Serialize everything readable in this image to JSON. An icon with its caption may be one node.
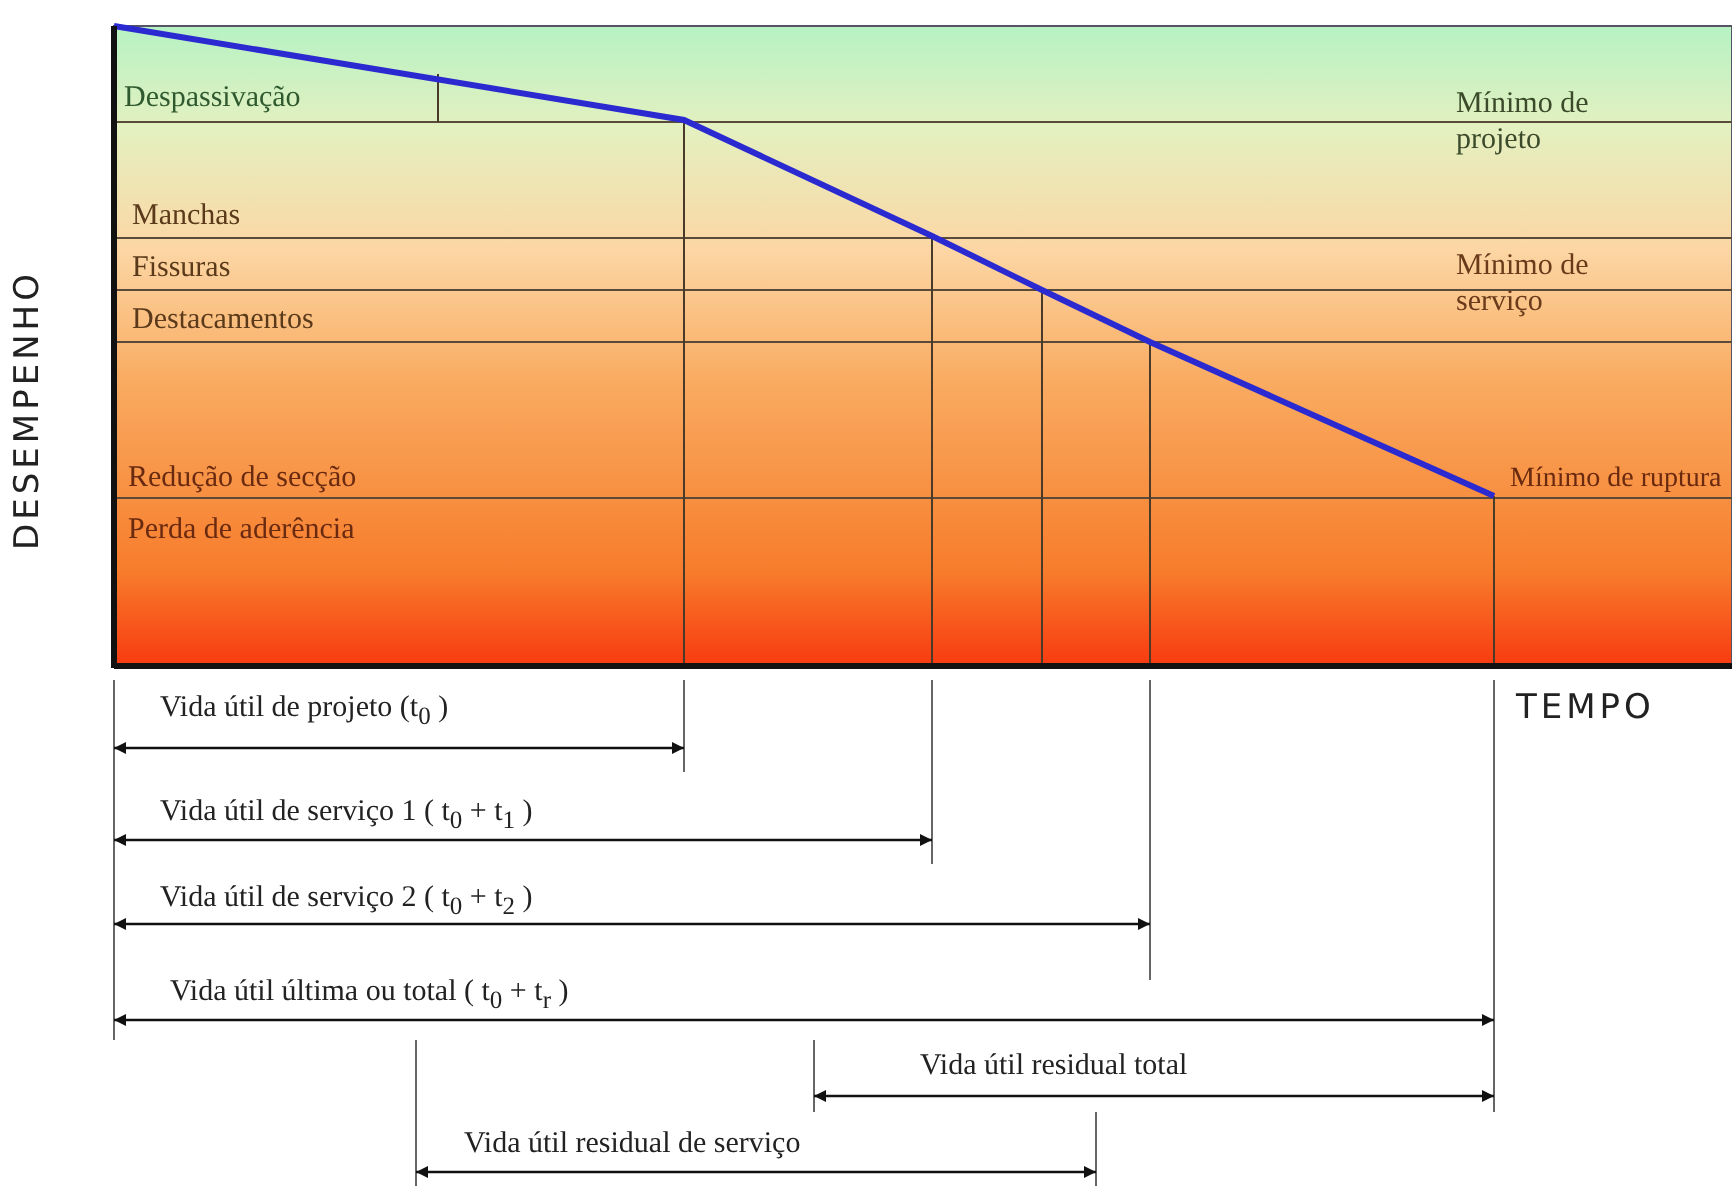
{
  "diagram": {
    "labels": [
      "Despassivação",
      "Mínimo de projeto",
      "Manchas",
      "Fissuras",
      "Mínimo de serviço",
      "Destacamentos",
      "Redução de secção",
      "Mínimo de ruptura",
      "Perda de aderência",
      "DESEMPENHO",
      "TEMPO",
      "Vida útil de projeto (t$_{0}$ )",
      "Vida útil de serviço 1 ( t$_{0}$ + t$_{1}$ )",
      "Vida útil de serviço 2 ( t$_{0}$ + t$_{2}$ )",
      "Vida útil última ou total ( t$_{0}$ + t$_{r}$ )",
      "Vida útil residual total",
      "Vida útil residual de serviço"
    ]
  }
}
